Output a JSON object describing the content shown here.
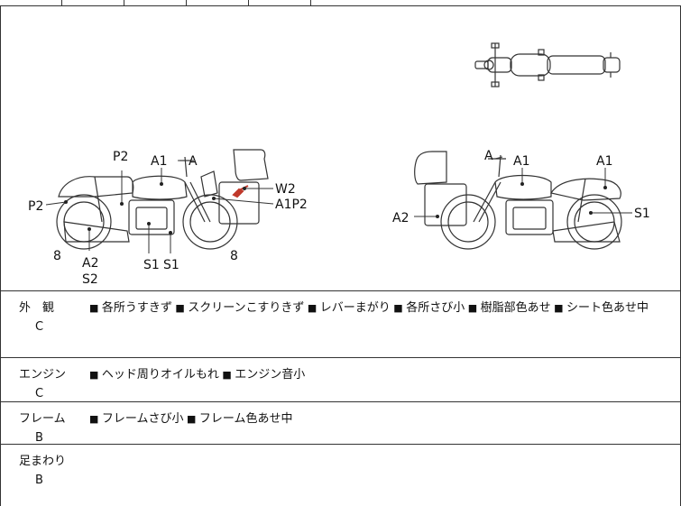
{
  "diagram": {
    "labels_left": [
      "P2",
      "A1",
      "A",
      "P2",
      "W2",
      "A1P2",
      "8",
      "A2",
      "S2",
      "S1",
      "S1",
      "8"
    ],
    "labels_right": [
      "A",
      "A1",
      "A1",
      "A2",
      "S1"
    ]
  },
  "inspection": [
    {
      "name": "外　観",
      "grade": "C",
      "notes": [
        "各所うすきず",
        "スクリーンこすりきず",
        "レバーまがり",
        "各所さび小",
        "樹脂部色あせ",
        "シート色あせ中"
      ]
    },
    {
      "name": "エンジン",
      "grade": "C",
      "notes": [
        "ヘッド周りオイルもれ",
        "エンジン音小"
      ]
    },
    {
      "name": "フレーム",
      "grade": "B",
      "notes": [
        "フレームさび小",
        "フレーム色あせ中"
      ]
    },
    {
      "name": "足まわり",
      "grade": "B",
      "notes": []
    }
  ],
  "colors": {
    "line": "#333333",
    "damage_mark": "#c0392b"
  }
}
